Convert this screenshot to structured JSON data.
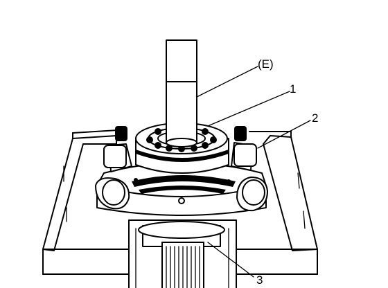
{
  "labels": {
    "tool": "(E)",
    "part_1": "1",
    "part_2": "2",
    "part_3": "3"
  }
}
